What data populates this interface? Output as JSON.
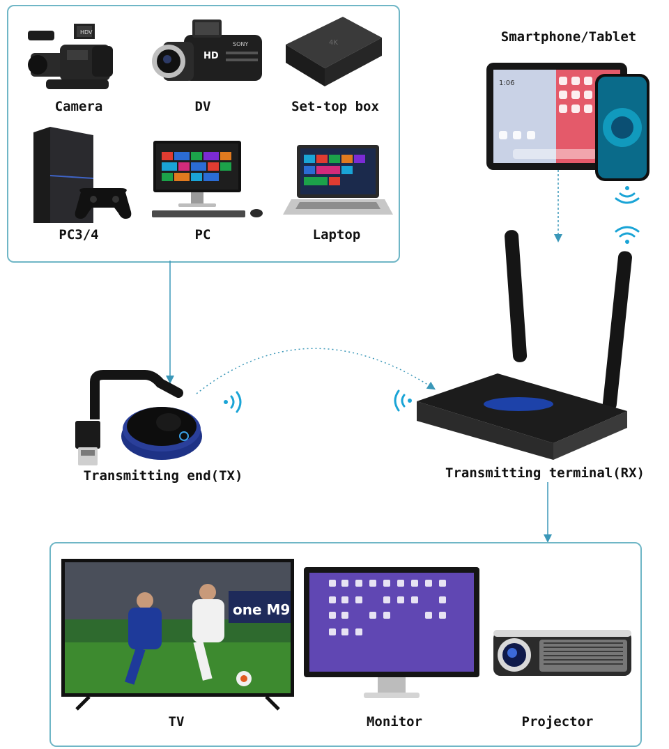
{
  "sources": {
    "camera": "Camera",
    "dv": "DV",
    "settop": "Set-top box",
    "ps": "PC3/4",
    "pc": "PC",
    "laptop": "Laptop"
  },
  "smartphone_tablet": "Smartphone/Tablet",
  "tx_label": "Transmitting end(TX)",
  "rx_label": "Transmitting terminal(RX)",
  "displays": {
    "tv": "TV",
    "monitor": "Monitor",
    "projector": "Projector"
  },
  "device_text": {
    "camera_badge": "HDV",
    "dv_badge": "HD",
    "dv_brand": "SONY",
    "settop_badge": "4K",
    "tablet_time": "1:06",
    "tv_ad": "one M9"
  },
  "colors": {
    "frame": "#6fb6c6",
    "connector": "#3a97b8",
    "wifi": "#1aa4d6",
    "tx_ring": "#2a3f9a"
  }
}
